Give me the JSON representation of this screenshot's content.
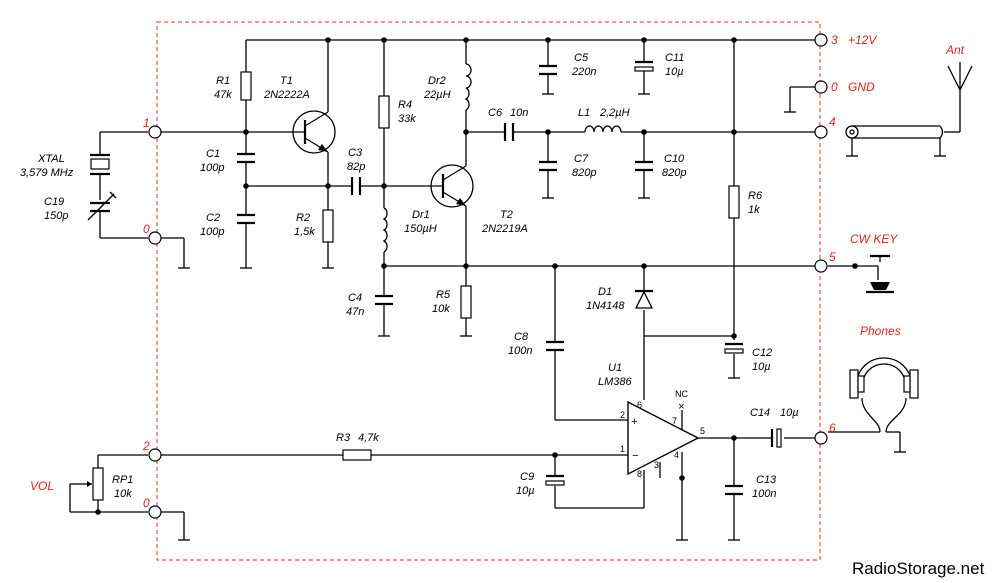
{
  "terminals": {
    "t1": {
      "num": "1"
    },
    "t0a": {
      "num": "0"
    },
    "t2": {
      "num": "2"
    },
    "t0b": {
      "num": "0"
    },
    "t3": {
      "num": "3",
      "label": "+12V"
    },
    "t0c": {
      "num": "0",
      "label": "GND"
    },
    "t4": {
      "num": "4",
      "label": "Ant"
    },
    "t5": {
      "num": "5",
      "label": "CW KEY"
    },
    "t6": {
      "num": "6",
      "label": "Phones"
    }
  },
  "vol_label": "VOL",
  "components": {
    "R1": {
      "ref": "R1",
      "val": "47k"
    },
    "T1": {
      "ref": "T1",
      "val": "2N2222A"
    },
    "R4": {
      "ref": "R4",
      "val": "33k"
    },
    "Dr2": {
      "ref": "Dr2",
      "val": "22µH"
    },
    "C5": {
      "ref": "C5",
      "val": "220n"
    },
    "C11": {
      "ref": "C11",
      "val": "10µ"
    },
    "C1": {
      "ref": "C1",
      "val": "100p"
    },
    "C3": {
      "ref": "C3",
      "val": "82p"
    },
    "C6": {
      "ref": "C6",
      "val": "10n"
    },
    "L1": {
      "ref": "L1",
      "val": "2,2µH"
    },
    "C7": {
      "ref": "C7",
      "val": "820p"
    },
    "C10": {
      "ref": "C10",
      "val": "820p"
    },
    "XTAL": {
      "ref": "XTAL",
      "val": "3,579 MHz"
    },
    "C19": {
      "ref": "C19",
      "val": "150p"
    },
    "C2": {
      "ref": "C2",
      "val": "100p"
    },
    "R2": {
      "ref": "R2",
      "val": "1,5k"
    },
    "Dr1": {
      "ref": "Dr1",
      "val": "150µH"
    },
    "T2": {
      "ref": "T2",
      "val": "2N2219A"
    },
    "R6": {
      "ref": "R6",
      "val": "1k"
    },
    "C4": {
      "ref": "C4",
      "val": "47n"
    },
    "R5": {
      "ref": "R5",
      "val": "10k"
    },
    "D1": {
      "ref": "D1",
      "val": "1N4148"
    },
    "C8": {
      "ref": "C8",
      "val": "100n"
    },
    "U1": {
      "ref": "U1",
      "val": "LM386"
    },
    "C12": {
      "ref": "C12",
      "val": "10µ"
    },
    "C14": {
      "ref": "C14",
      "val": "10µ"
    },
    "R3": {
      "ref": "R3",
      "val": "4,7k"
    },
    "RP1": {
      "ref": "RP1",
      "val": "10k"
    },
    "C9": {
      "ref": "C9",
      "val": "10µ"
    },
    "C13": {
      "ref": "C13",
      "val": "100n"
    }
  },
  "u1_pins": {
    "p1": "1",
    "p2": "2",
    "p3": "3",
    "p4": "4",
    "p5": "5",
    "p6": "6",
    "p7": "7",
    "p8": "8",
    "nc": "NC",
    "plus": "+",
    "minus": "−"
  },
  "watermark": "RadioStorage.net",
  "colors": {
    "box": "#e03030",
    "labels_red": "#e02020"
  }
}
